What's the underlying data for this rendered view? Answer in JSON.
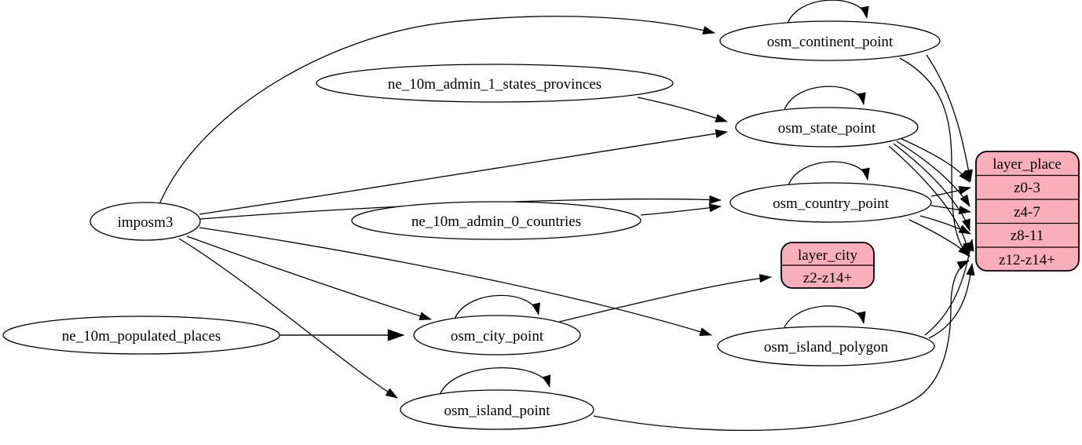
{
  "diagram": {
    "kind": "etl-dependency-graph",
    "colors": {
      "layer_fill": "#f9aeba",
      "table_fill": "#ffffff",
      "stroke": "#000000",
      "background": "#ffffff"
    },
    "nodes": {
      "imposm3": {
        "label": "imposm3",
        "shape": "ellipse"
      },
      "ne_states": {
        "label": "ne_10m_admin_1_states_provinces",
        "shape": "ellipse"
      },
      "ne_countries": {
        "label": "ne_10m_admin_0_countries",
        "shape": "ellipse"
      },
      "ne_populated": {
        "label": "ne_10m_populated_places",
        "shape": "ellipse"
      },
      "continent": {
        "label": "osm_continent_point",
        "shape": "ellipse",
        "self_loop": true
      },
      "state": {
        "label": "osm_state_point",
        "shape": "ellipse",
        "self_loop": true
      },
      "country": {
        "label": "osm_country_point",
        "shape": "ellipse",
        "self_loop": true
      },
      "city": {
        "label": "osm_city_point",
        "shape": "ellipse",
        "self_loop": true
      },
      "island_polygon": {
        "label": "osm_island_polygon",
        "shape": "ellipse",
        "self_loop": true
      },
      "island_point": {
        "label": "osm_island_point",
        "shape": "ellipse",
        "self_loop": true
      }
    },
    "layer_city": {
      "title": "layer_city",
      "rows": [
        "z2-z14+"
      ]
    },
    "layer_place": {
      "title": "layer_place",
      "rows": [
        "z0-3",
        "z4-7",
        "z8-11",
        "z12-z14+"
      ]
    },
    "edges": [
      {
        "from": "imposm3",
        "to": "osm_continent_point"
      },
      {
        "from": "imposm3",
        "to": "osm_state_point"
      },
      {
        "from": "imposm3",
        "to": "osm_country_point"
      },
      {
        "from": "imposm3",
        "to": "osm_city_point"
      },
      {
        "from": "imposm3",
        "to": "osm_island_polygon"
      },
      {
        "from": "imposm3",
        "to": "osm_island_point"
      },
      {
        "from": "ne_10m_admin_1_states_provinces",
        "to": "osm_state_point"
      },
      {
        "from": "ne_10m_admin_0_countries",
        "to": "osm_country_point"
      },
      {
        "from": "ne_10m_populated_places",
        "to": "osm_city_point"
      },
      {
        "from": "osm_continent_point",
        "to": "osm_continent_point"
      },
      {
        "from": "osm_state_point",
        "to": "osm_state_point"
      },
      {
        "from": "osm_country_point",
        "to": "osm_country_point"
      },
      {
        "from": "osm_city_point",
        "to": "osm_city_point"
      },
      {
        "from": "osm_island_polygon",
        "to": "osm_island_polygon"
      },
      {
        "from": "osm_island_point",
        "to": "osm_island_point"
      },
      {
        "from": "osm_city_point",
        "to": "layer_city:z2-z14+"
      },
      {
        "from": "osm_continent_point",
        "to": "layer_place:z0-3"
      },
      {
        "from": "osm_continent_point",
        "to": "layer_place:z12-z14+"
      },
      {
        "from": "osm_state_point",
        "to": "layer_place:z0-3"
      },
      {
        "from": "osm_state_point",
        "to": "layer_place:z4-7"
      },
      {
        "from": "osm_state_point",
        "to": "layer_place:z8-11"
      },
      {
        "from": "osm_state_point",
        "to": "layer_place:z12-z14+"
      },
      {
        "from": "osm_country_point",
        "to": "layer_place:z0-3"
      },
      {
        "from": "osm_country_point",
        "to": "layer_place:z4-7"
      },
      {
        "from": "osm_country_point",
        "to": "layer_place:z8-11"
      },
      {
        "from": "osm_country_point",
        "to": "layer_place:z12-z14+"
      },
      {
        "from": "osm_island_polygon",
        "to": "layer_place:z8-11"
      },
      {
        "from": "osm_island_polygon",
        "to": "layer_place:z12-z14+"
      },
      {
        "from": "osm_island_point",
        "to": "layer_place:z12-z14+"
      }
    ]
  }
}
